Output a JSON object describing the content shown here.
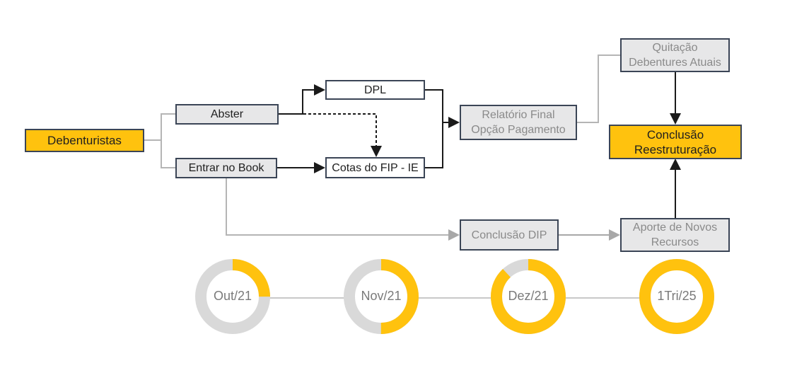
{
  "colors": {
    "accent": "#ffc20e",
    "ring_grey": "#d9d9d9",
    "box_border": "#3b4556",
    "connector_grey": "#b5b5b5",
    "connector_dark": "#1a1a1a"
  },
  "nodes": {
    "debenturistas": "Debenturistas",
    "abster": "Abster",
    "entrar_book": "Entrar no Book",
    "dpl": "DPL",
    "cotas_fip": "Cotas do FIP - IE",
    "relatorio_final": "Relatório Final\nOpção Pagamento",
    "quitacao": "Quitação\nDebentures Atuais",
    "conclusao_reestruturacao": "Conclusão\nReestruturação",
    "conclusao_dip": "Conclusão DIP",
    "aporte": "Aporte de Novos\nRecursos"
  },
  "timeline": [
    {
      "label": "Out/21",
      "progress": 0.25
    },
    {
      "label": "Nov/21",
      "progress": 0.5
    },
    {
      "label": "Dez/21",
      "progress": 0.88
    },
    {
      "label": "1Tri/25",
      "progress": 1.0
    }
  ]
}
